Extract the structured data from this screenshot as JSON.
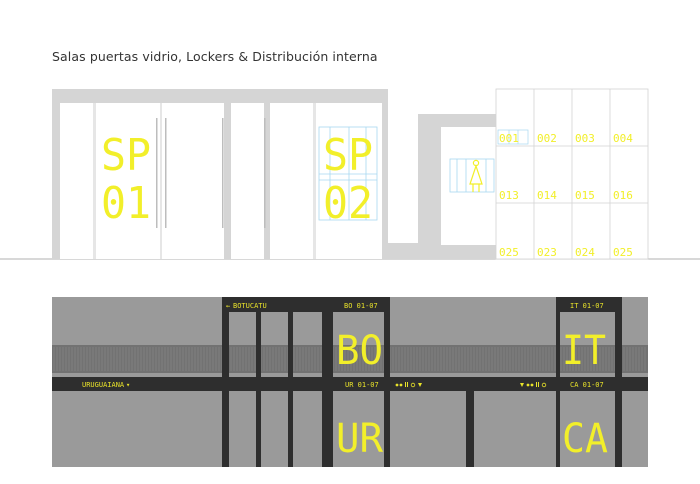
{
  "title": "Salas puertas vidrio, Lockers & Distribución interna",
  "colors": {
    "accent_yellow": "#f2ef2a",
    "wall_gray": "#d4d4d4",
    "panel_gray": "#999999",
    "band_dark": "#2e2e2e",
    "guide_blue": "#a8d8f0"
  },
  "elevation": {
    "room_1": {
      "line1": "SP",
      "line2": "01"
    },
    "room_2": {
      "line1": "SP",
      "line2": "02"
    },
    "restroom_icon": "restroom-icon",
    "lockers": [
      [
        "001",
        "002",
        "003",
        "004"
      ],
      [
        "013",
        "014",
        "015",
        "016"
      ],
      [
        "025",
        "023",
        "024",
        "025"
      ]
    ]
  },
  "signage": {
    "direction_left": "BOTUCATU",
    "direction_left_icon": "arrow-left-icon",
    "direction_bottom": "URUGUAIANA",
    "direction_bottom_icon": "arrow-down-icon",
    "bo": {
      "code": "BO 01-07",
      "big": "BO"
    },
    "it": {
      "code": "IT 01-07",
      "big": "IT"
    },
    "ur": {
      "code": "UR 01-07",
      "big": "UR"
    },
    "ca": {
      "code": "CA 01-07",
      "big": "CA"
    },
    "service_icons": "service-icons"
  }
}
